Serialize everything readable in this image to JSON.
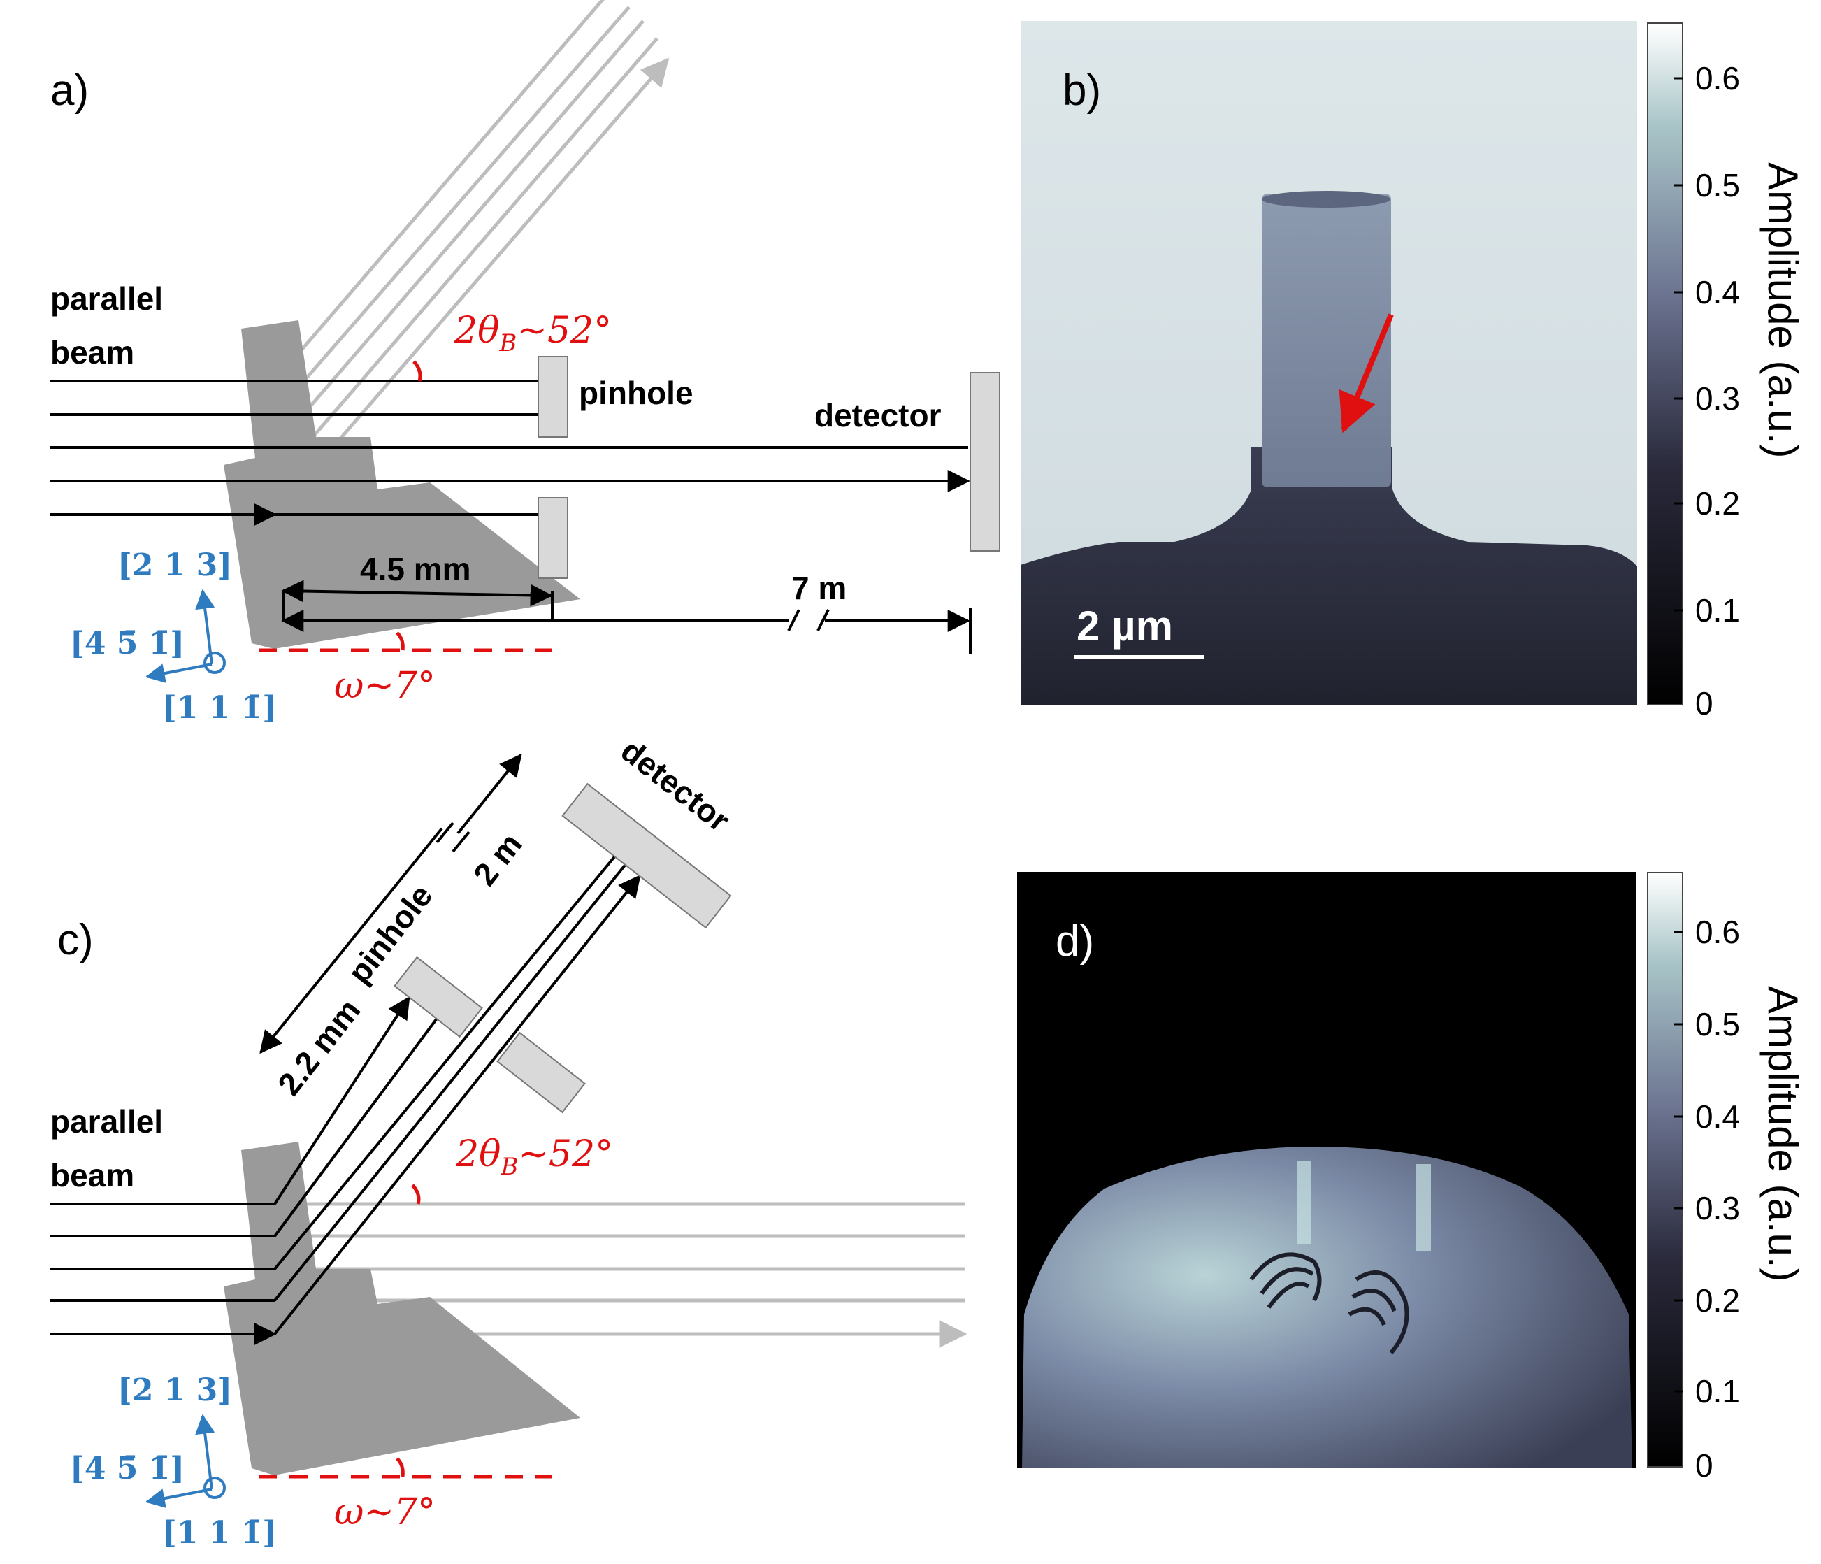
{
  "panels": {
    "a": {
      "label": "a)",
      "beam_label_1": "parallel",
      "beam_label_2": "beam",
      "angle_2theta": "2θ",
      "angle_2theta_sub": "B",
      "angle_2theta_val": "~52°",
      "pinhole": "pinhole",
      "detector": "detector",
      "dist_small": "4.5 mm",
      "dist_large": "7 m",
      "omega": "ω~7°",
      "dir_1": "[2 1 3]",
      "dir_2": "[4 5̄ 1̄]",
      "dir_3": "[1 1 1̄]"
    },
    "b": {
      "label": "b)",
      "scale_bar": "2 µm",
      "colorbar_title": "Amplitude (a.u.)",
      "colorbar_ticks": [
        "0.6",
        "0.5",
        "0.4",
        "0.3",
        "0.2",
        "0.1",
        "0"
      ]
    },
    "c": {
      "label": "c)",
      "beam_label_1": "parallel",
      "beam_label_2": "beam",
      "angle_2theta": "2θ",
      "angle_2theta_sub": "B",
      "angle_2theta_val": "~52°",
      "pinhole": "pinhole",
      "detector": "detector",
      "dist_small": "2.2 mm",
      "dist_large": "2 m",
      "omega": "ω~7°",
      "dir_1": "[2 1 3]",
      "dir_2": "[4 5̄ 1̄]",
      "dir_3": "[1 1 1̄]"
    },
    "d": {
      "label": "d)",
      "colorbar_title": "Amplitude (a.u.)",
      "colorbar_ticks": [
        "0.6",
        "0.5",
        "0.4",
        "0.3",
        "0.2",
        "0.1",
        "0"
      ]
    }
  },
  "colors": {
    "annotation_red": "#e01010",
    "crystal_blue": "#2f7bbf",
    "sample_gray": "#9a9a9a",
    "slit_gray": "#d9d9d9",
    "beam_gray": "#bdbdbd"
  }
}
